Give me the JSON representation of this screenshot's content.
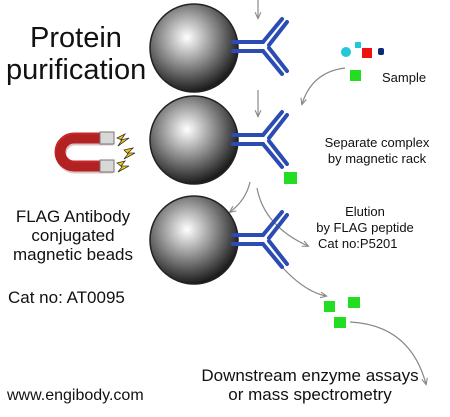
{
  "title": [
    "Protein",
    "purification"
  ],
  "sample_label": "Sample",
  "step2_label": [
    "Separate complex",
    "by magnetic rack"
  ],
  "step3_label": [
    "Elution",
    "by FLAG peptide"
  ],
  "step3_cat": "Cat no:P5201",
  "bead_label": [
    "FLAG Antibody",
    "conjugated",
    "magnetic beads"
  ],
  "bead_cat": "Cat no: AT0095",
  "downstream": [
    "Downstream enzyme assays",
    "or mass spectrometry"
  ],
  "website": "www.engibody.com",
  "colors": {
    "antibody": "#2b4db3",
    "flag_protein": "#22dd22",
    "magnet": "#c62828",
    "sample_cyan": "#22c8d8",
    "sample_red": "#ee1111",
    "sample_navy": "#0d2a7a",
    "arrow": "#888888"
  }
}
